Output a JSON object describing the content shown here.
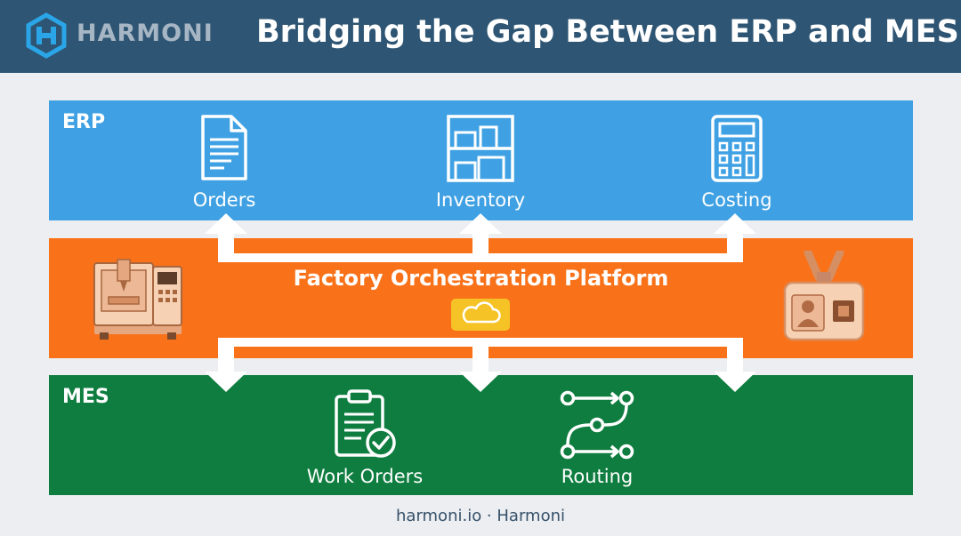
{
  "header": {
    "brand": "HARMONI",
    "title": "Bridging the Gap Between ERP and MES",
    "logo_icon": "harmoni-logo-icon"
  },
  "erp": {
    "label": "ERP",
    "color": "#3fa1e3",
    "items": [
      {
        "label": "Orders",
        "icon": "document-icon"
      },
      {
        "label": "Inventory",
        "icon": "warehouse-shelf-icon"
      },
      {
        "label": "Costing",
        "icon": "calculator-icon"
      }
    ]
  },
  "platform": {
    "title": "Factory Orchestration Platform",
    "color": "#f9721a",
    "icons": [
      "cloud-icon",
      "cnc-machine-icon",
      "employee-badge-icon"
    ]
  },
  "mes": {
    "label": "MES",
    "color": "#0e7d3f",
    "items": [
      {
        "label": "Work Orders",
        "icon": "clipboard-check-icon"
      },
      {
        "label": "Routing",
        "icon": "routing-icon"
      }
    ]
  },
  "footer": {
    "text": "harmoni.io · Harmoni"
  }
}
